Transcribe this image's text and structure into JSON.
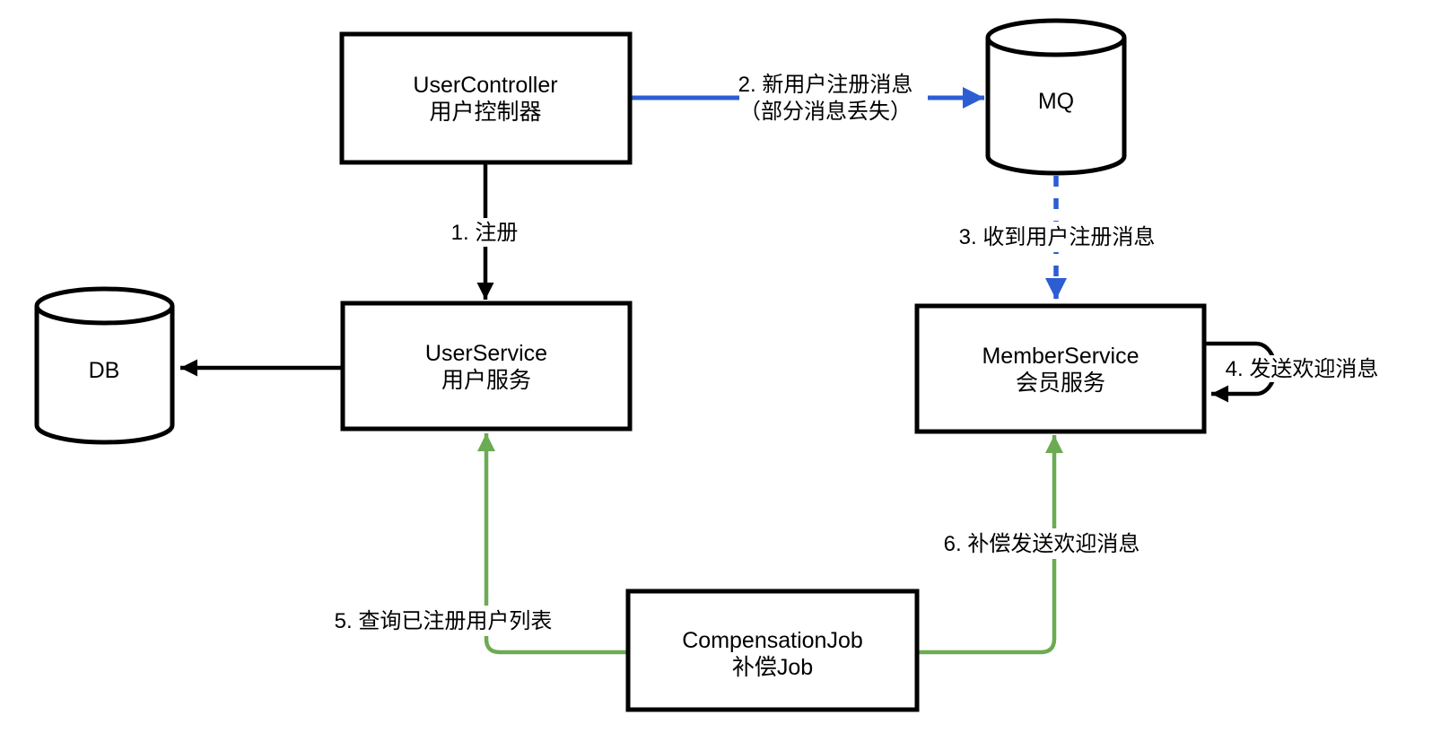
{
  "diagram": {
    "colors": {
      "edge_black": "#000000",
      "edge_blue": "#2c5dd3",
      "edge_green": "#6cab53"
    },
    "nodes": {
      "user_controller": {
        "title": "UserController",
        "subtitle": "用户控制器"
      },
      "user_service": {
        "title": "UserService",
        "subtitle": "用户服务"
      },
      "member_service": {
        "title": "MemberService",
        "subtitle": "会员服务"
      },
      "compensation_job": {
        "title": "CompensationJob",
        "subtitle": "补偿Job"
      },
      "mq": {
        "label": "MQ"
      },
      "db": {
        "label": "DB"
      }
    },
    "edges": {
      "register": {
        "label": "1. 注册"
      },
      "new_user_message": {
        "label_line1": "2. 新用户注册消息",
        "label_line2": "（部分消息丢失）"
      },
      "receive_message": {
        "label": "3. 收到用户注册消息"
      },
      "send_welcome": {
        "label": "4. 发送欢迎消息"
      },
      "query_users": {
        "label": "5. 查询已注册用户列表"
      },
      "compensate_welcome": {
        "label": "6. 补偿发送欢迎消息"
      }
    }
  }
}
